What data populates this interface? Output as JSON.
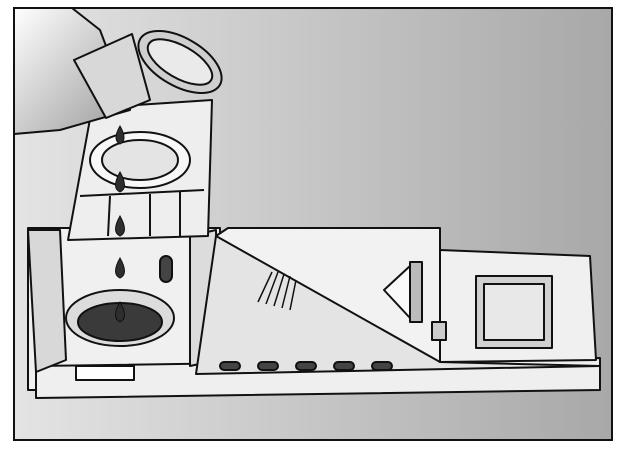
{
  "illustration": {
    "subject": "rinse-aid-dispenser",
    "colors": {
      "background_light": "#e2e2e2",
      "background_dark": "#a9a9a9",
      "outline": "#111111",
      "part_fill": "#f2f2f2",
      "shade": "#c8c8c8",
      "liquid": "#3a3a3a"
    },
    "drop_count": 5,
    "vent_slot_count": 5
  }
}
